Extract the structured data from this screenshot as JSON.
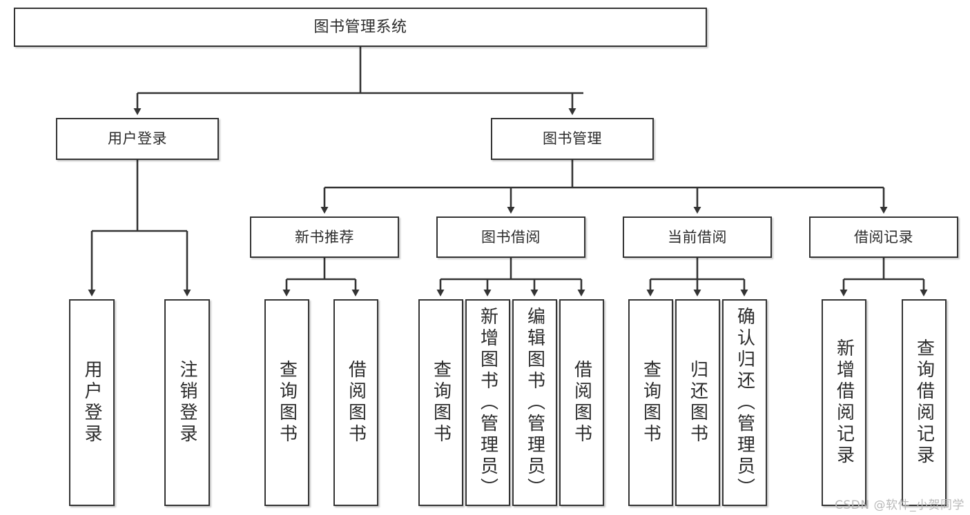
{
  "diagram": {
    "title": "图书管理系统",
    "type": "功能结构图",
    "background": "#ffffff",
    "node_border_color": "#333333",
    "text_color": "#2b2b2b",
    "watermark": "CSDN @软件_小贺同学"
  },
  "tree": {
    "root": {
      "label": "图书管理系统"
    },
    "tier2": [
      {
        "label": "用户登录"
      },
      {
        "label": "图书管理"
      }
    ],
    "tier3": [
      {
        "label": "新书推荐"
      },
      {
        "label": "图书借阅"
      },
      {
        "label": "当前借阅"
      },
      {
        "label": "借阅记录"
      }
    ],
    "leaves": {
      "user_login": [
        {
          "label": "用户登录"
        },
        {
          "label": "注销登录"
        }
      ],
      "new_book_recommend": [
        {
          "label": "查询图书"
        },
        {
          "label": "借阅图书"
        }
      ],
      "book_borrow": [
        {
          "label": "查询图书"
        },
        {
          "label": "新增图书（管理员）"
        },
        {
          "label": "编辑图书（管理员）"
        },
        {
          "label": "借阅图书"
        }
      ],
      "current_borrow": [
        {
          "label": "查询图书"
        },
        {
          "label": "归还图书"
        },
        {
          "label": "确认归还（管理员）"
        }
      ],
      "borrow_record": [
        {
          "label": "新增借阅记录"
        },
        {
          "label": "查询借阅记录"
        }
      ]
    }
  },
  "chart_data": {
    "type": "diagram",
    "title": "图书管理系统",
    "orientation": "top-down tree",
    "levels": 4,
    "nodes": [
      {
        "id": "root",
        "label": "图书管理系统",
        "level": 1,
        "parent": null
      },
      {
        "id": "n-user-login",
        "label": "用户登录",
        "level": 2,
        "parent": "root"
      },
      {
        "id": "n-book-manage",
        "label": "图书管理",
        "level": 2,
        "parent": "root"
      },
      {
        "id": "n-new-book",
        "label": "新书推荐",
        "level": 3,
        "parent": "n-book-manage"
      },
      {
        "id": "n-book-borrow",
        "label": "图书借阅",
        "level": 3,
        "parent": "n-book-manage"
      },
      {
        "id": "n-current-borrow",
        "label": "当前借阅",
        "level": 3,
        "parent": "n-book-manage"
      },
      {
        "id": "n-borrow-record",
        "label": "借阅记录",
        "level": 3,
        "parent": "n-book-manage"
      },
      {
        "id": "l-login",
        "label": "用户登录",
        "level": 3,
        "parent": "n-user-login"
      },
      {
        "id": "l-logout",
        "label": "注销登录",
        "level": 3,
        "parent": "n-user-login"
      },
      {
        "id": "l-nb-query",
        "label": "查询图书",
        "level": 4,
        "parent": "n-new-book"
      },
      {
        "id": "l-nb-borrow",
        "label": "借阅图书",
        "level": 4,
        "parent": "n-new-book"
      },
      {
        "id": "l-bb-query",
        "label": "查询图书",
        "level": 4,
        "parent": "n-book-borrow"
      },
      {
        "id": "l-bb-add",
        "label": "新增图书（管理员）",
        "level": 4,
        "parent": "n-book-borrow"
      },
      {
        "id": "l-bb-edit",
        "label": "编辑图书（管理员）",
        "level": 4,
        "parent": "n-book-borrow"
      },
      {
        "id": "l-bb-borrow",
        "label": "借阅图书",
        "level": 4,
        "parent": "n-book-borrow"
      },
      {
        "id": "l-cb-query",
        "label": "查询图书",
        "level": 4,
        "parent": "n-current-borrow"
      },
      {
        "id": "l-cb-return",
        "label": "归还图书",
        "level": 4,
        "parent": "n-current-borrow"
      },
      {
        "id": "l-cb-confirm",
        "label": "确认归还（管理员）",
        "level": 4,
        "parent": "n-current-borrow"
      },
      {
        "id": "l-br-add",
        "label": "新增借阅记录",
        "level": 4,
        "parent": "n-borrow-record"
      },
      {
        "id": "l-br-query",
        "label": "查询借阅记录",
        "level": 4,
        "parent": "n-borrow-record"
      }
    ],
    "edge_style": "orthogonal with filled arrowheads"
  }
}
